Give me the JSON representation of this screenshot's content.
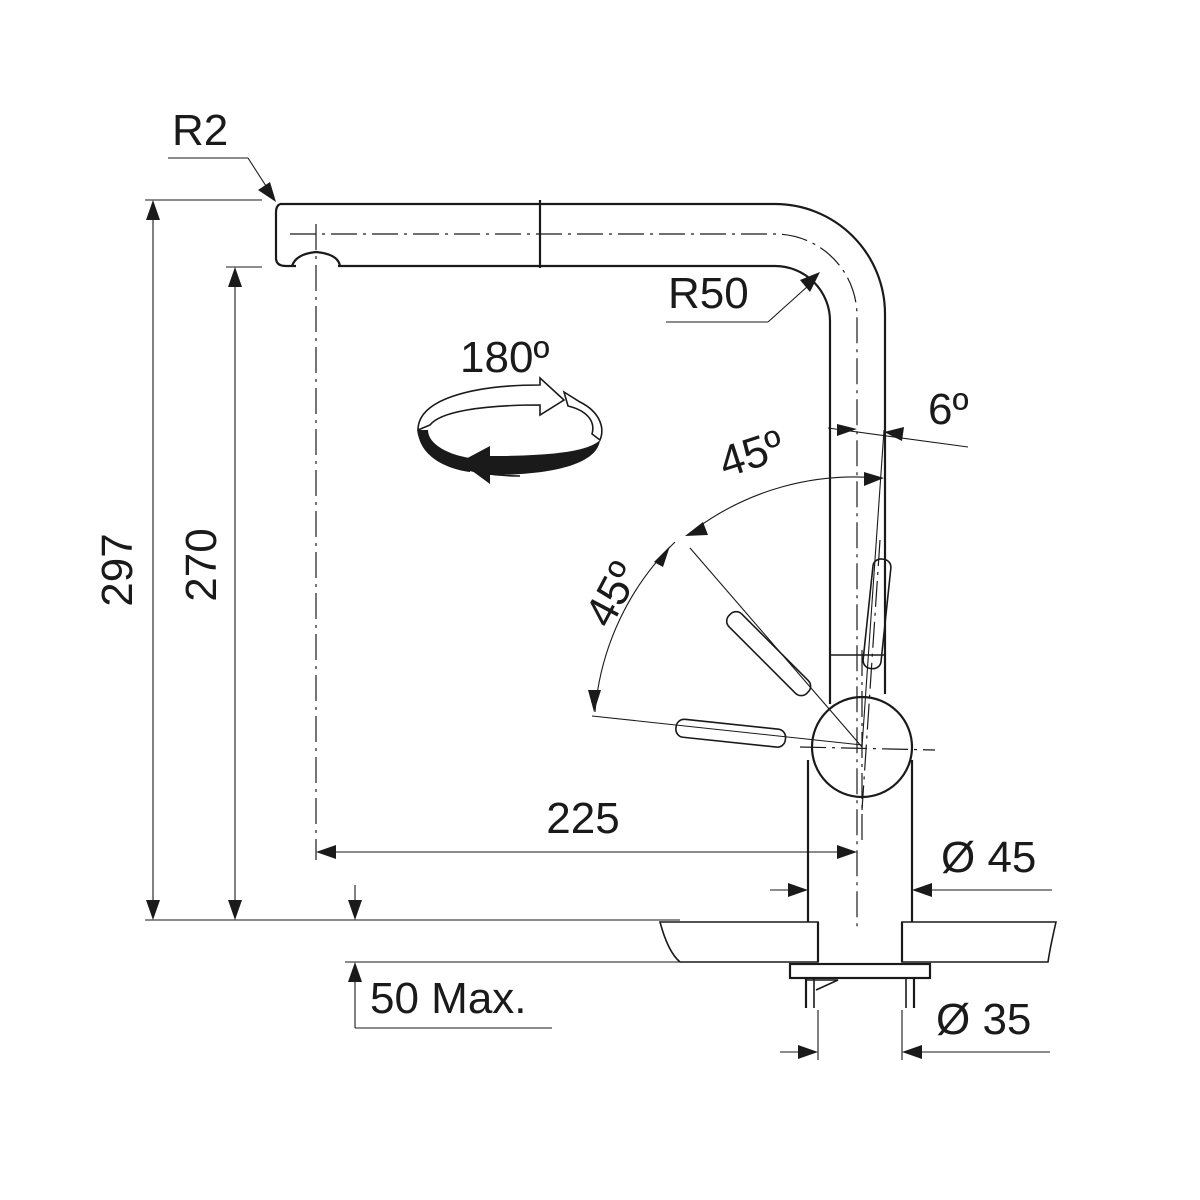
{
  "labels": {
    "r2": "R2",
    "r50": "R50",
    "rotation": "180º",
    "angle_6": "6º",
    "angle_45_upper": "45º",
    "angle_45_left": "45º",
    "height_297": "297",
    "height_270": "270",
    "reach_225": "225",
    "dia_45": "Ø 45",
    "dia_35": "Ø 35",
    "max_50": "50 Max."
  },
  "colors": {
    "line": "#1a1a1a",
    "background": "#ffffff",
    "granite": "#e9e9e9"
  }
}
